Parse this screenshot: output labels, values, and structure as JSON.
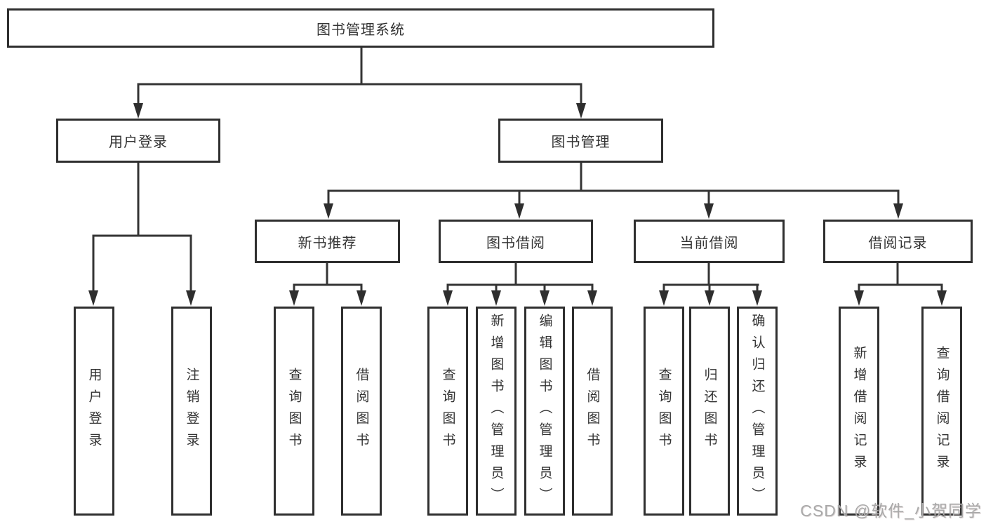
{
  "tree": {
    "root": {
      "label": "图书管理系统",
      "children": [
        {
          "label": "用户登录",
          "children": [
            {
              "label": "用户登录"
            },
            {
              "label": "注销登录"
            }
          ]
        },
        {
          "label": "图书管理",
          "children": [
            {
              "label": "新书推荐",
              "children": [
                {
                  "label": "查询图书"
                },
                {
                  "label": "借阅图书"
                }
              ]
            },
            {
              "label": "图书借阅",
              "children": [
                {
                  "label": "查询图书"
                },
                {
                  "label": "新增图书（管理员）"
                },
                {
                  "label": "编辑图书（管理员）"
                },
                {
                  "label": "借阅图书"
                }
              ]
            },
            {
              "label": "当前借阅",
              "children": [
                {
                  "label": "查询图书"
                },
                {
                  "label": "归还图书"
                },
                {
                  "label": "确认归还（管理员）"
                }
              ]
            },
            {
              "label": "借阅记录",
              "children": [
                {
                  "label": "新增借阅记录"
                },
                {
                  "label": "查询借阅记录"
                }
              ]
            }
          ]
        }
      ]
    }
  },
  "colors": {
    "line": "#343434",
    "box_border": "#2f2f2f",
    "text": "#333333",
    "watermark": "#a9a9a9",
    "background": "#ffffff"
  },
  "watermark": {
    "text": "CSDN @软件_小贺同学"
  }
}
